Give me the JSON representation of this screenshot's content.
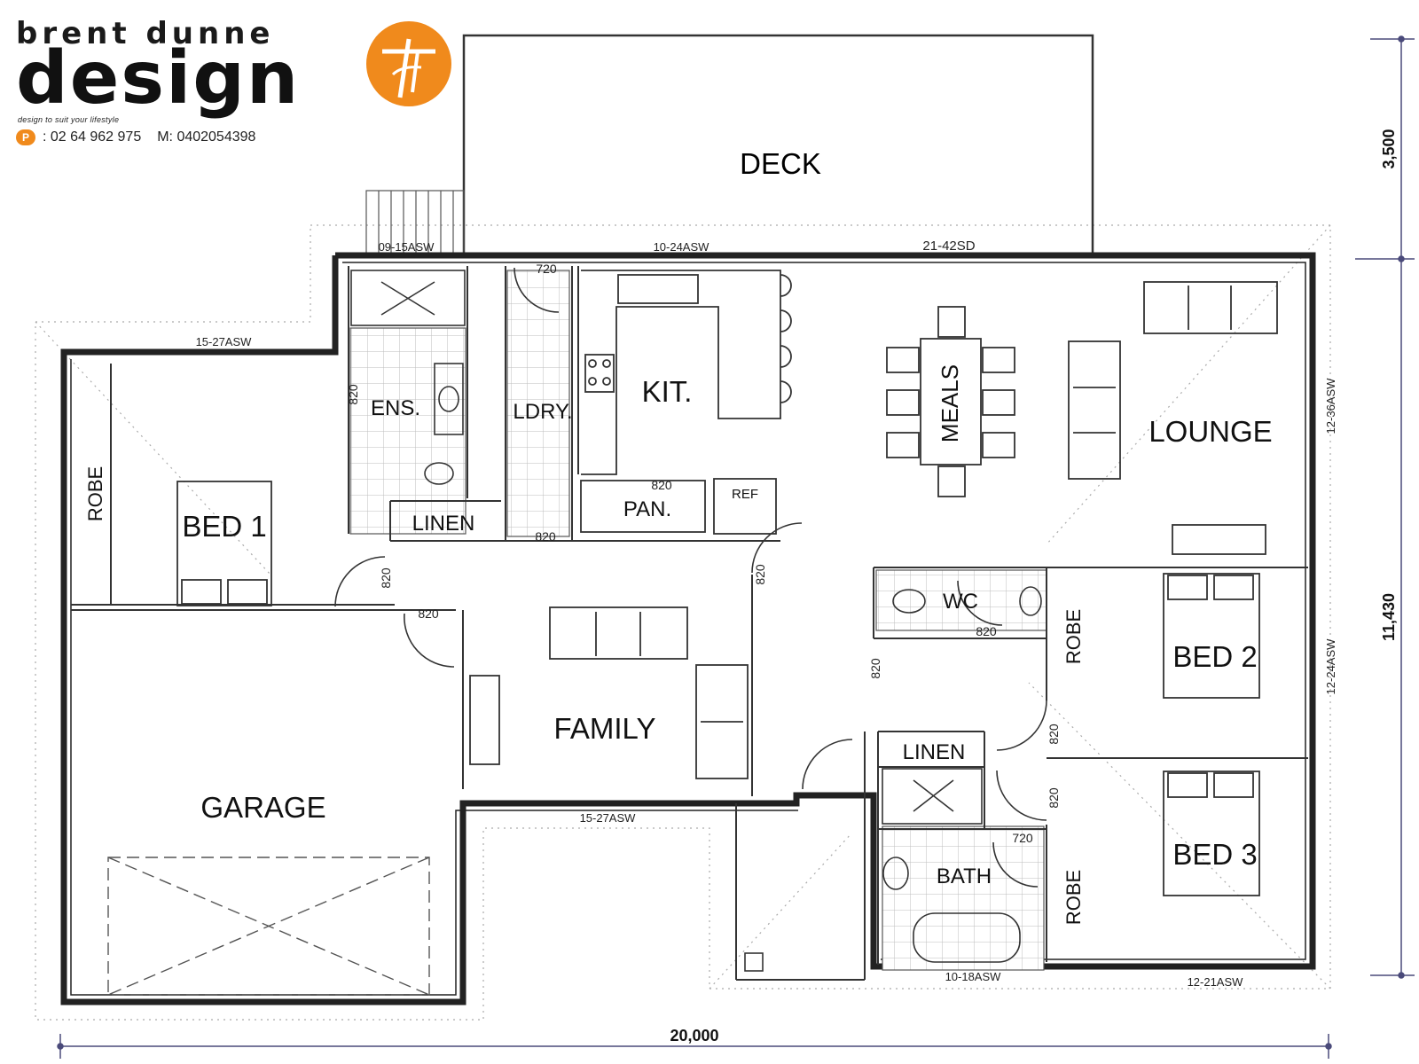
{
  "brand": {
    "name_top": "brent dunne",
    "name_main": "design",
    "tagline": "design to suit your lifestyle",
    "phone": ": 02 64 962 975",
    "mobile": "M: 0402054398",
    "accent": "#f08a1c"
  },
  "rooms": {
    "deck": "DECK",
    "kitchen": "KIT.",
    "meals": "MEALS",
    "lounge": "LOUNGE",
    "ensuite": "ENS.",
    "laundry": "LDRY.",
    "pantry": "PAN.",
    "fridge": "REF",
    "linen_1": "LINEN",
    "robe_1": "ROBE",
    "bed_1": "BED 1",
    "family": "FAMILY",
    "garage": "GARAGE",
    "wc": "WC",
    "robe_2": "ROBE",
    "bed_2": "BED 2",
    "linen_2": "LINEN",
    "bath": "BATH",
    "robe_3": "ROBE",
    "bed_3": "BED 3"
  },
  "windows": {
    "w_0915": "09-15ASW",
    "w_1024": "10-24ASW",
    "w_2142": "21-42SD",
    "w_1527_a": "15-27ASW",
    "w_1236": "12-36ASW",
    "w_1224": "12-24ASW",
    "w_1527_b": "15-27ASW",
    "w_1018": "10-18ASW",
    "w_1221": "12-21ASW"
  },
  "doors": {
    "d_720_a": "720",
    "d_820_ens": "820",
    "d_820_pan": "820",
    "d_820_ldry": "820",
    "d_820_bed1": "820",
    "d_820_gar": "820",
    "d_820_fam": "820",
    "d_820_wc": "820",
    "d_820_hall": "820",
    "d_820_bed2": "820",
    "d_820_bed3": "820",
    "d_720_b": "720"
  },
  "dimensions": {
    "deck_depth": "3,500",
    "house_depth": "11,430",
    "overall_width": "20,000"
  }
}
